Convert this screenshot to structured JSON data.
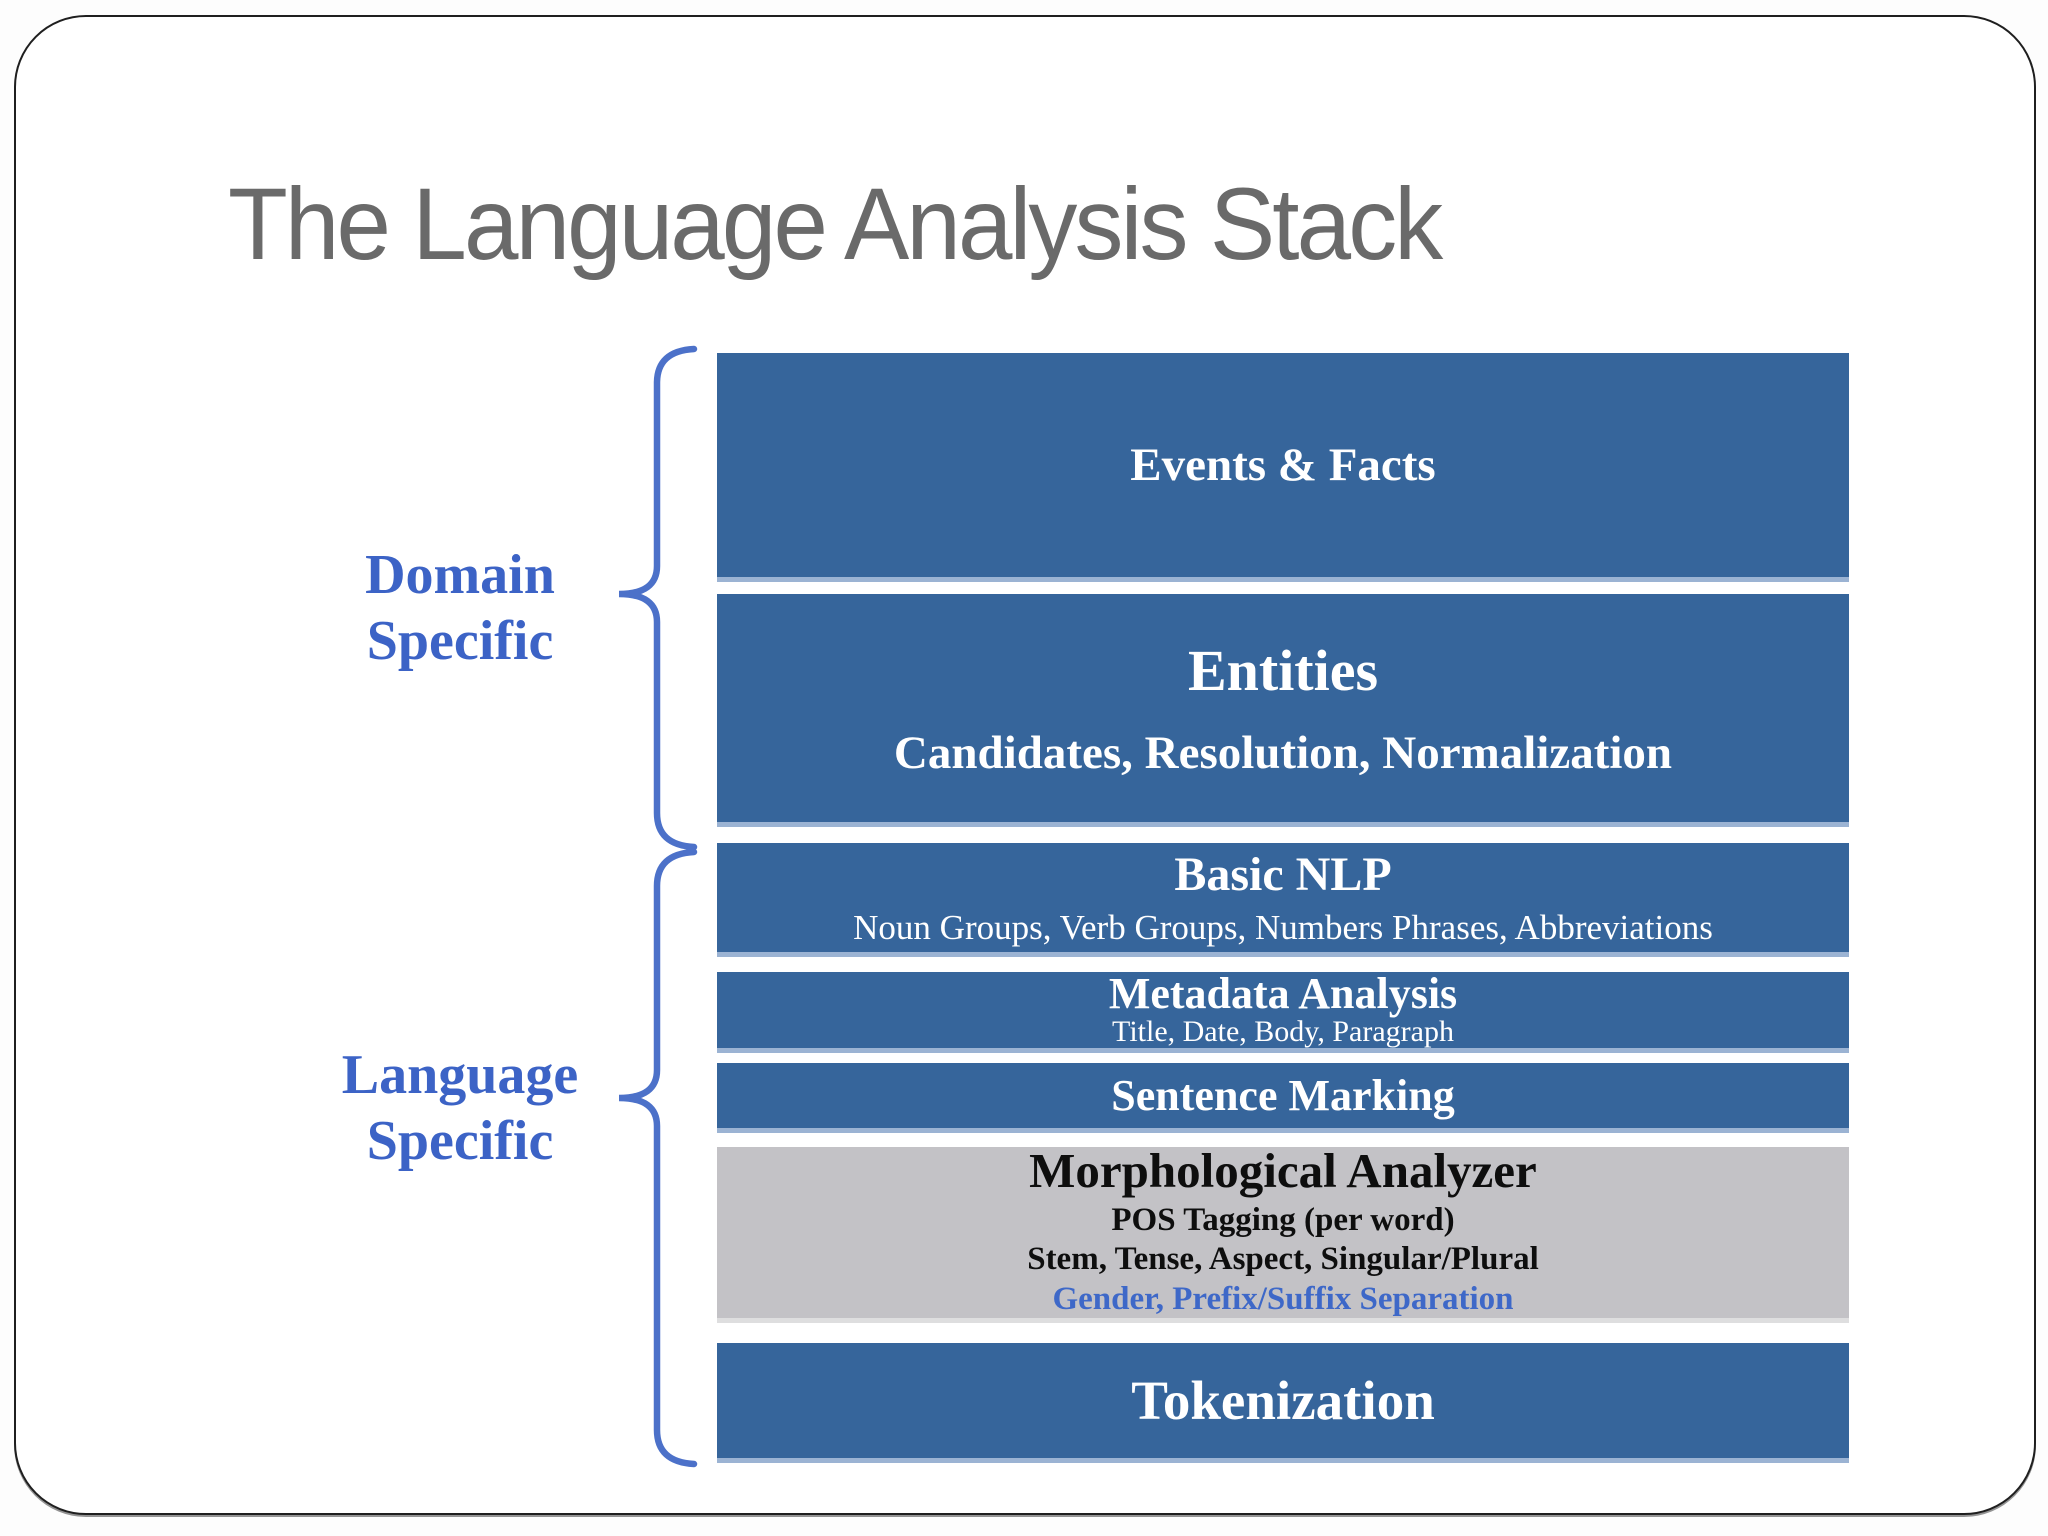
{
  "slide": {
    "title": "The Language Analysis Stack"
  },
  "groups": {
    "domain": {
      "line1": "Domain",
      "line2": "Specific"
    },
    "language": {
      "line1": "Language",
      "line2": "Specific"
    }
  },
  "stack": {
    "boxes": [
      {
        "id": "events-facts",
        "title": "Events & Facts"
      },
      {
        "id": "entities",
        "title": "Entities",
        "subtitle": "Candidates, Resolution, Normalization"
      },
      {
        "id": "basic-nlp",
        "title": "Basic NLP",
        "subtitle": "Noun Groups, Verb Groups, Numbers Phrases, Abbreviations"
      },
      {
        "id": "metadata-analysis",
        "title": "Metadata Analysis",
        "subtitle": "Title, Date, Body, Paragraph"
      },
      {
        "id": "sentence-marking",
        "title": "Sentence Marking"
      },
      {
        "id": "morphological-analyzer",
        "title": "Morphological Analyzer",
        "line1": "POS Tagging (per word)",
        "line2": "Stem, Tense, Aspect, Singular/Plural",
        "highlight_line": "Gender, Prefix/Suffix Separation"
      },
      {
        "id": "tokenization",
        "title": "Tokenization"
      }
    ]
  },
  "colors": {
    "box_blue": "#36659b",
    "box_blue_bottom_edge": "#9bb3d3",
    "box_gray": "#c3c2c6",
    "label_blue": "#3c63c6",
    "brace_blue": "#4c71c9",
    "morph_highlight_blue": "#3e68c8",
    "title_gray": "#6a6a6a",
    "frame_border": "#1f1f1f"
  }
}
